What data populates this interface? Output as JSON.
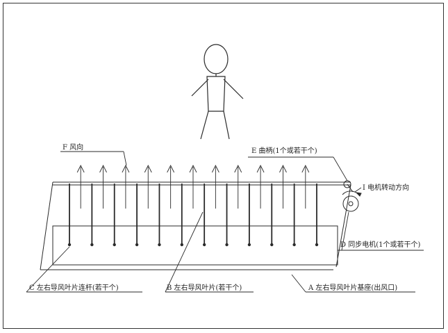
{
  "labels": {
    "f": "F 风向",
    "e": "E 曲柄(1个或若干个)",
    "i": "I 电机转动方向",
    "d": "D 同步电机(1个或若干个)",
    "c": "C 左右导风叶片连杆(若干个)",
    "b": "B 左右导风叶片(若干个)",
    "a": "A 左右导风叶片基座(出风口)"
  },
  "colors": {
    "line": "#2a2a2a",
    "background": "#ffffff"
  },
  "counts": {
    "blades": 12,
    "arrows": 11
  }
}
